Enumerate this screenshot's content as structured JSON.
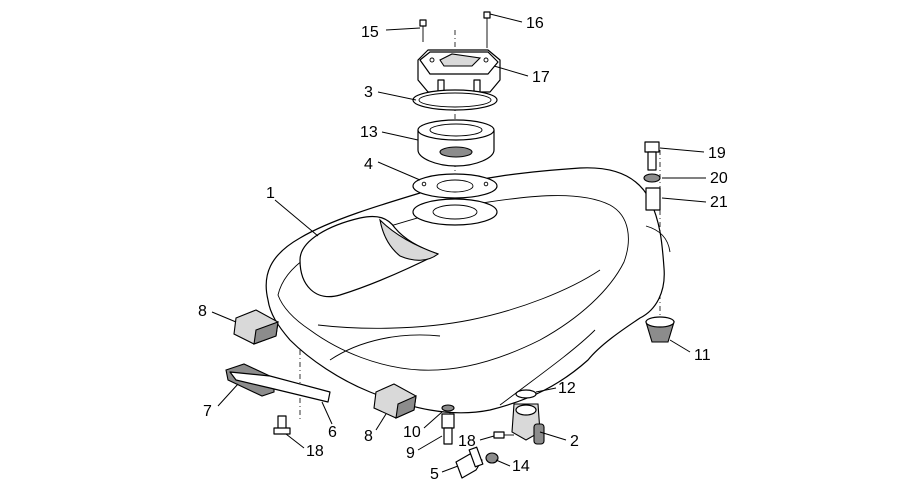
{
  "callouts": [
    "1",
    "2",
    "3",
    "4",
    "5",
    "6",
    "7",
    "8",
    "8",
    "9",
    "10",
    "11",
    "12",
    "13",
    "14",
    "15",
    "16",
    "17",
    "18",
    "18",
    "19",
    "20",
    "21"
  ]
}
